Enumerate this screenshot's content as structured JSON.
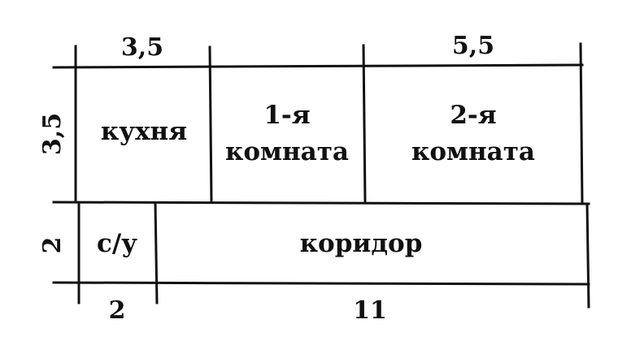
{
  "dimensions": {
    "top_left": "3,5",
    "top_right": "5,5",
    "left_top": "3,5",
    "left_bottom": "2",
    "bottom_left": "2",
    "bottom_right": "11"
  },
  "rooms": {
    "kitchen": "кухня",
    "room1_line1": "1-я",
    "room1_line2": "комната",
    "room2_line1": "2-я",
    "room2_line2": "комната",
    "bathroom": "с/у",
    "corridor": "коридор"
  }
}
